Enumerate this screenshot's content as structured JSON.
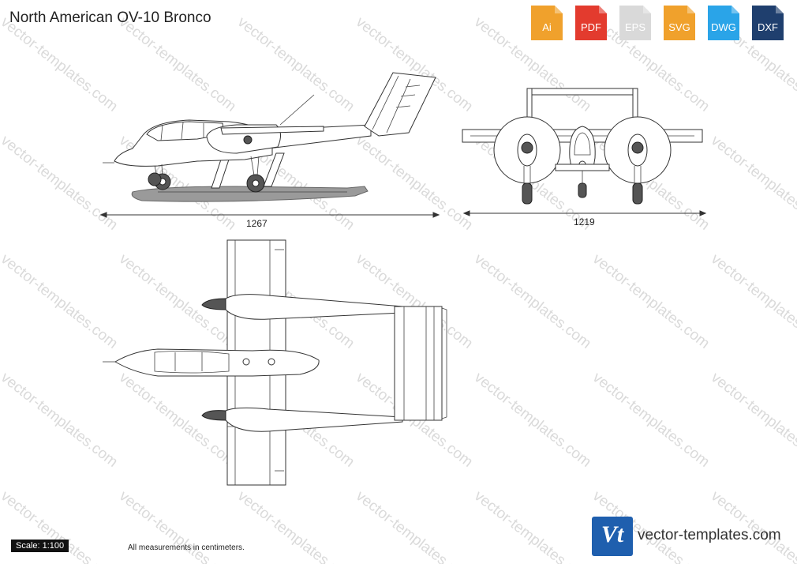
{
  "title": "North American OV-10 Bronco",
  "formats": [
    {
      "label": "Ai",
      "color": "#f0a12c",
      "icon": "ai-file-icon"
    },
    {
      "label": "PDF",
      "color": "#e33b2e",
      "icon": "pdf-file-icon"
    },
    {
      "label": "EPS",
      "color": "#d9d9d9",
      "icon": "eps-file-icon"
    },
    {
      "label": "SVG",
      "color": "#f0a12c",
      "icon": "svg-file-icon"
    },
    {
      "label": "DWG",
      "color": "#2aa4e8",
      "icon": "dwg-file-icon"
    },
    {
      "label": "DXF",
      "color": "#1f3f6e",
      "icon": "dxf-file-icon"
    }
  ],
  "dimensions": {
    "length": "1267",
    "span": "1219"
  },
  "scale": "Scale: 1:100",
  "note": "All measurements in centimeters.",
  "logo": {
    "mark": "Vt",
    "site": "vector-templates.com",
    "color": "#1f5fae"
  },
  "watermark": "vector-templates.com"
}
